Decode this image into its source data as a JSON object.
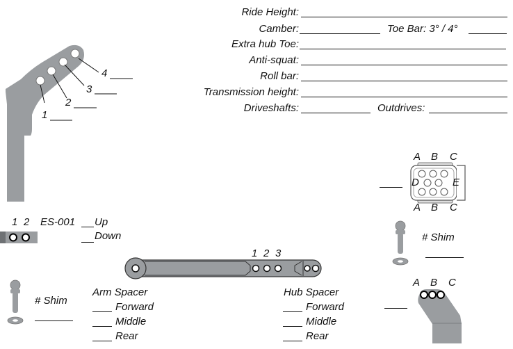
{
  "form": {
    "ride_height": "Ride Height:",
    "camber": "Camber:",
    "toe_bar": "Toe Bar: 3° / 4°",
    "extra_hub_toe": "Extra hub Toe:",
    "anti_squat": "Anti-squat:",
    "roll_bar": "Roll bar:",
    "transmission_height": "Transmission height:",
    "driveshafts": "Driveshafts:",
    "outdrives": "Outdrives:"
  },
  "shock_tower": {
    "holes": [
      "1",
      "2",
      "3",
      "4"
    ]
  },
  "connector": {
    "top_labels": [
      "A",
      "B",
      "C"
    ],
    "bottom_labels": [
      "A",
      "B",
      "C"
    ],
    "left_label": "D",
    "right_label": "E"
  },
  "es_part": {
    "hole_labels": [
      "1",
      "2"
    ],
    "part_number": "ES-001",
    "up": "Up",
    "down": "Down"
  },
  "right_shim": {
    "label": "# Shim"
  },
  "left_shim": {
    "label": "# Shim"
  },
  "link": {
    "hole_labels": [
      "1",
      "2",
      "3"
    ]
  },
  "arm_spacer": {
    "title": "Arm Spacer",
    "options": [
      "Forward",
      "Middle",
      "Rear"
    ]
  },
  "hub_spacer": {
    "title": "Hub Spacer",
    "options": [
      "Forward",
      "Middle",
      "Rear"
    ]
  },
  "hub_carrier": {
    "labels": [
      "A",
      "B",
      "C"
    ]
  },
  "colors": {
    "part_gray": "#9a9da0",
    "part_dark": "#6e7174",
    "ink": "#111111"
  }
}
